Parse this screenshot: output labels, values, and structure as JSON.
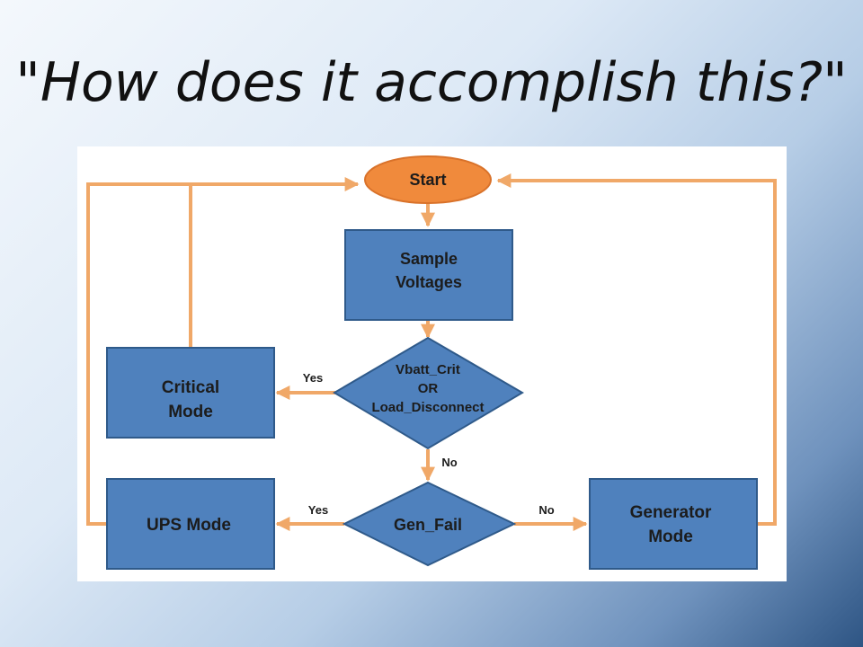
{
  "slide": {
    "title": "\"How does it accomplish this?\""
  },
  "diagram": {
    "nodes": {
      "start": {
        "label": "Start",
        "shape": "ellipse"
      },
      "sample": {
        "lines": [
          "Sample",
          "Voltages"
        ],
        "shape": "rectangle"
      },
      "decision_crit": {
        "lines": [
          "Vbatt_Crit",
          "OR",
          "Load_Disconnect"
        ],
        "shape": "diamond"
      },
      "critical": {
        "lines": [
          "Critical",
          "Mode"
        ],
        "shape": "rectangle"
      },
      "decision_gen": {
        "label": "Gen_Fail",
        "shape": "diamond"
      },
      "ups": {
        "label": "UPS Mode",
        "shape": "rectangle"
      },
      "generator": {
        "lines": [
          "Generator",
          "Mode"
        ],
        "shape": "rectangle"
      }
    },
    "edge_labels": {
      "crit_yes": "Yes",
      "crit_no": "No",
      "gen_yes": "Yes",
      "gen_no": "No"
    },
    "colors": {
      "box_fill": "#4f81bd",
      "box_stroke": "#2f5a8a",
      "start_fill": "#f08a3c",
      "start_stroke": "#d9722a",
      "arrow": "#f0a868"
    }
  }
}
